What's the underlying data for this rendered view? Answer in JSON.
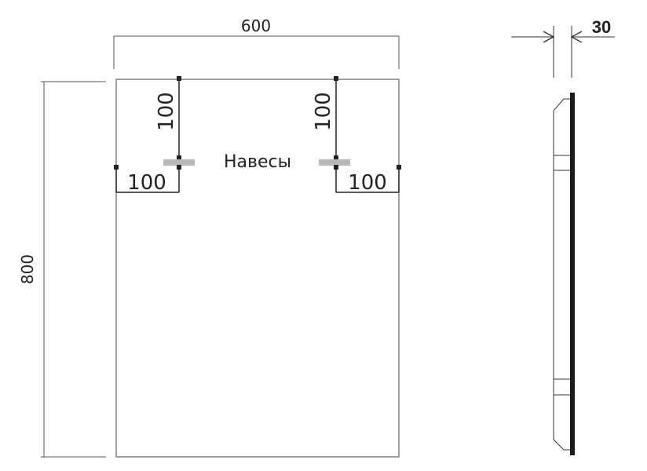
{
  "drawing": {
    "width_label": "600",
    "height_label": "800",
    "depth_label": "30",
    "hinge_label": "Навесы",
    "left_hinge": {
      "vertical_offset": "100",
      "horizontal_offset": "100"
    },
    "right_hinge": {
      "vertical_offset": "100",
      "horizontal_offset": "100"
    }
  },
  "colors": {
    "line": "#555555",
    "dark": "#1a1a1a",
    "hinge": "#b8b8b8"
  }
}
